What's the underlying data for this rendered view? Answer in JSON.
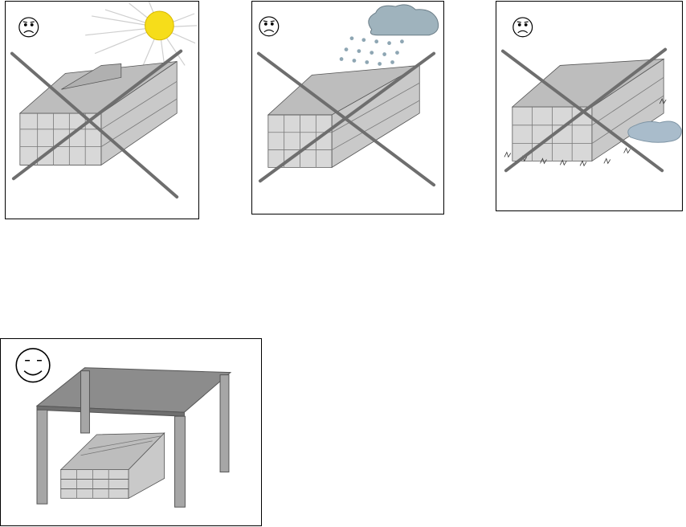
{
  "panels": [
    {
      "id": "p1",
      "condition": "sun",
      "verdict": "wrong",
      "face": "sad",
      "icon": "sun-icon"
    },
    {
      "id": "p2",
      "condition": "rain",
      "verdict": "wrong",
      "face": "sad",
      "icon": "rain-cloud-icon"
    },
    {
      "id": "p3",
      "condition": "ground-moisture",
      "verdict": "wrong",
      "face": "sad",
      "icon": "puddle-icon"
    },
    {
      "id": "p4",
      "condition": "covered-ventilated",
      "verdict": "correct",
      "face": "happy",
      "icon": "roof-icon"
    }
  ],
  "colors": {
    "sun": "#f6dd1a",
    "cloud": "#9fb3bd",
    "puddle": "#a9bccb",
    "cross": "#6e6e6e",
    "wood": "#d4d4d4",
    "roof": "#8c8c8c"
  }
}
